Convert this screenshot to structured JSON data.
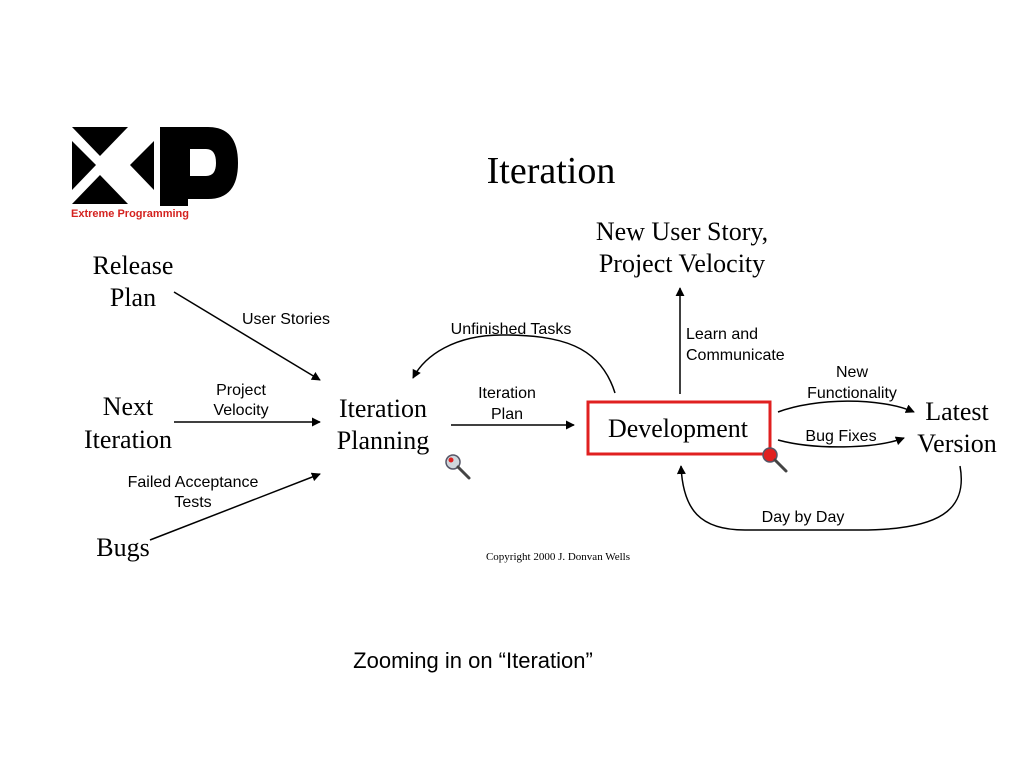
{
  "logo": {
    "subtitle": "Extreme Programming",
    "brand_color": "#d4221f"
  },
  "diagram": {
    "title": "Iteration",
    "nodes": {
      "release_plan": [
        "Release",
        "Plan"
      ],
      "next_iteration": [
        "Next",
        "Iteration"
      ],
      "bugs": "Bugs",
      "iteration_planning": [
        "Iteration",
        "Planning"
      ],
      "development": "Development",
      "new_user_story": [
        "New User Story,",
        "Project Velocity"
      ],
      "latest_version": [
        "Latest",
        "Version"
      ]
    },
    "edges": {
      "user_stories": "User Stories",
      "project_velocity": [
        "Project",
        "Velocity"
      ],
      "failed_acceptance_tests": [
        "Failed Acceptance",
        "Tests"
      ],
      "unfinished_tasks": "Unfinished Tasks",
      "iteration_plan": [
        "Iteration",
        "Plan"
      ],
      "learn_and_communicate": [
        "Learn and",
        "Communicate"
      ],
      "new_functionality": [
        "New",
        "Functionality"
      ],
      "bug_fixes": "Bug Fixes",
      "day_by_day": "Day by Day"
    },
    "copyright": "Copyright 2000 J. Donvan Wells",
    "highlight_color": "#e02020"
  },
  "caption": "Zooming in on “Iteration”"
}
